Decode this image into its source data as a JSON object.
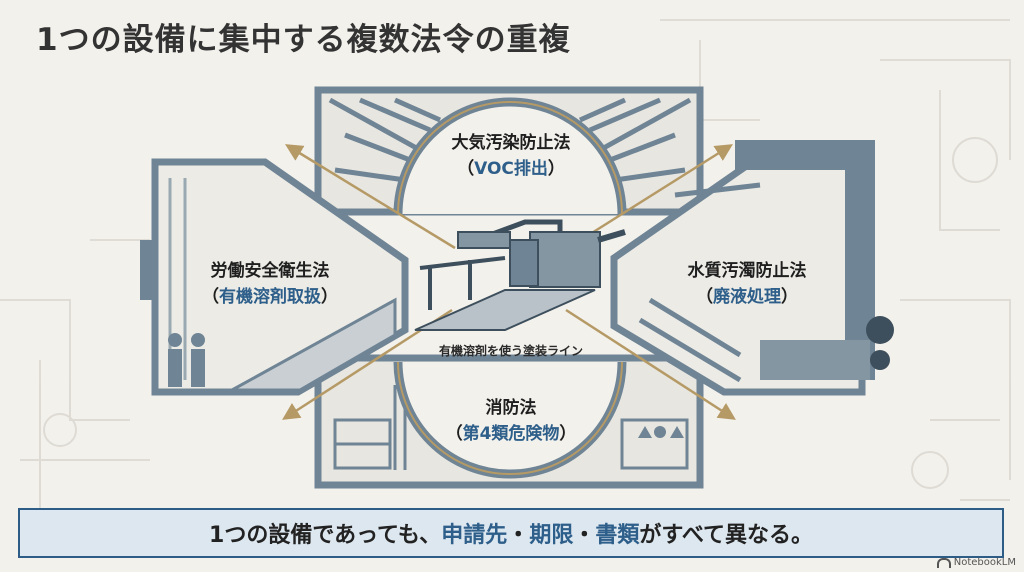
{
  "title": "1つの設備に集中する複数法令の重複",
  "center_caption": "有機溶剤を使う塗装ライン",
  "laws": {
    "top": {
      "name": "大気汚染防止法",
      "open": "（",
      "detail": "VOC排出",
      "close": "）"
    },
    "left": {
      "name": "労働安全衛生法",
      "open": "（",
      "detail": "有機溶剤取扱",
      "close": "）"
    },
    "right": {
      "name": "水質汚濁防止法",
      "open": "（",
      "detail": "廃液処理",
      "close": "）"
    },
    "bottom": {
      "name": "消防法",
      "open": "（",
      "detail": "第4類危険物",
      "close": "）"
    }
  },
  "banner": {
    "p1": "1つの設備であっても、",
    "h1": "申請先",
    "p2": "・",
    "h2": "期限",
    "p3": "・",
    "h3": "書類",
    "p4": "がすべて異なる。"
  },
  "watermark": "NotebookLM",
  "colors": {
    "frame": "#6f8494",
    "frame_dark": "#3d4f5c",
    "gold": "#b59a66",
    "accent": "#2e5f8a",
    "bg": "#f3f1ec"
  }
}
